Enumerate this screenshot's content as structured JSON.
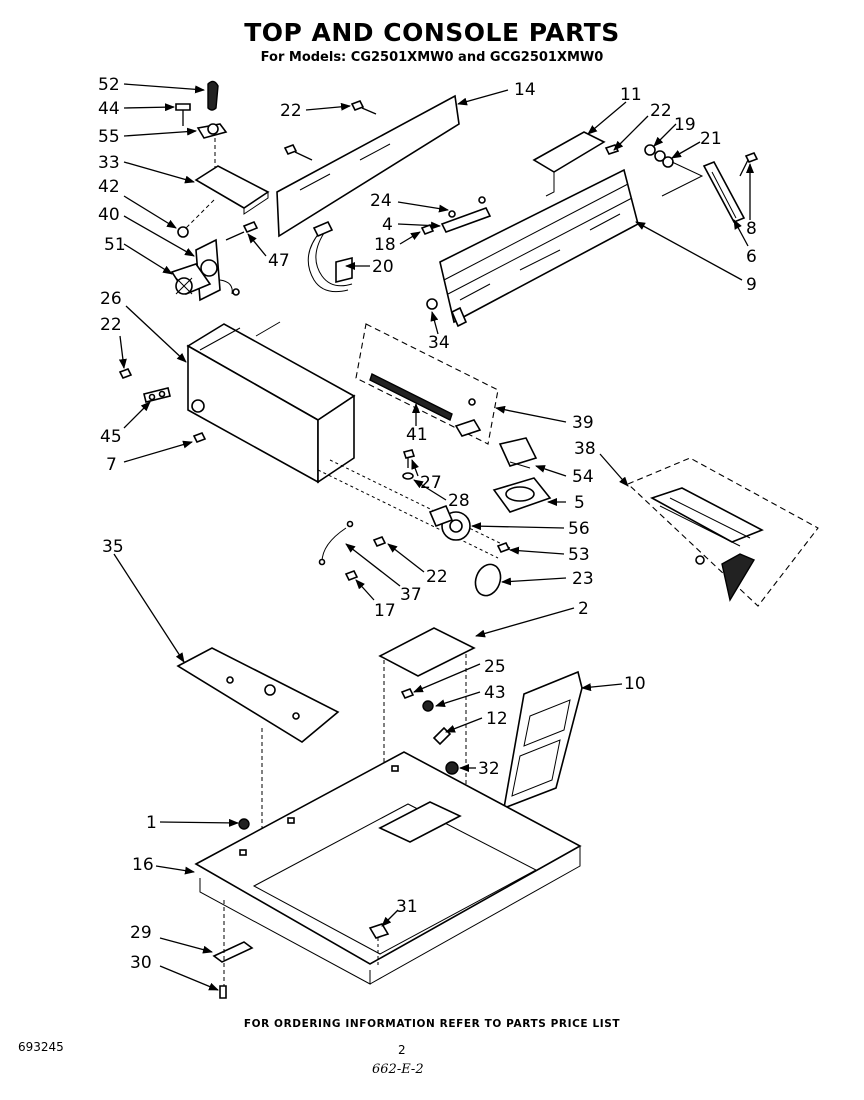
{
  "title": "TOP AND CONSOLE PARTS",
  "subtitle": "For Models: CG2501XMW0 and GCG2501XMW0",
  "footer": "FOR ORDERING INFORMATION REFER TO PARTS PRICE LIST",
  "doc_number": "693245",
  "page_number": "2",
  "handwritten_code": "662-E-2",
  "callouts": [
    "52",
    "44",
    "55",
    "33",
    "42",
    "40",
    "51",
    "22",
    "14",
    "11",
    "22",
    "19",
    "21",
    "24",
    "4",
    "18",
    "47",
    "20",
    "8",
    "6",
    "9",
    "34",
    "26",
    "22",
    "45",
    "7",
    "39",
    "41",
    "38",
    "27",
    "54",
    "28",
    "5",
    "56",
    "53",
    "22",
    "23",
    "37",
    "17",
    "35",
    "2",
    "25",
    "43",
    "10",
    "12",
    "32",
    "1",
    "16",
    "31",
    "29",
    "30"
  ]
}
